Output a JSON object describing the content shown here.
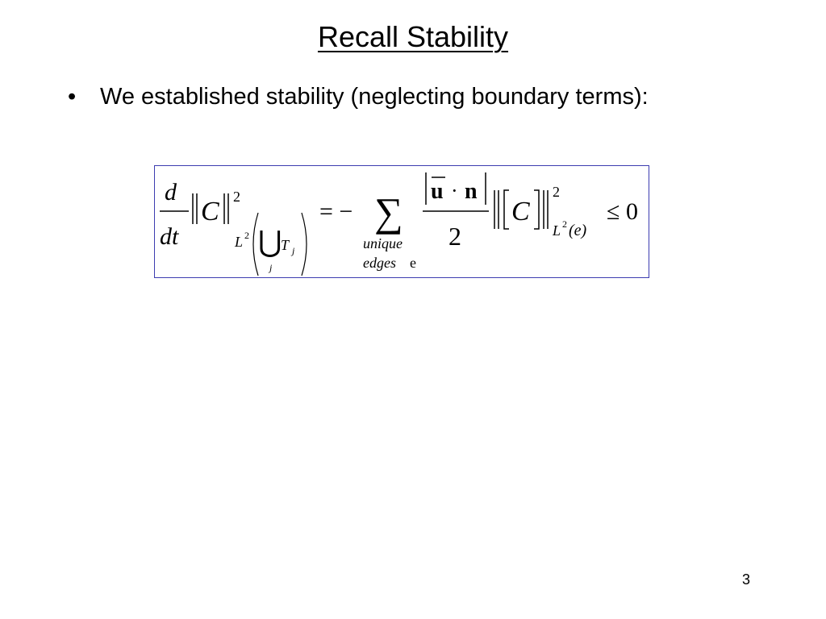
{
  "slide": {
    "title": "Recall Stability",
    "bullet_symbol": "•",
    "bullet_text": "We established stability (neglecting boundary terms):",
    "page_number": "3"
  },
  "equation": {
    "d": "d",
    "dt": "dt",
    "C": "C",
    "sq": "2",
    "L": "L",
    "union": "⋃",
    "T": "T",
    "j": "j",
    "equals_minus": "= −",
    "sum": "∑",
    "unique": "unique",
    "edges": "edges",
    "e_sub": "e",
    "u": "u",
    "dot": "·",
    "n": "n",
    "two": "2",
    "e_paren": "(e)",
    "le_zero": "≤ 0",
    "box_color": "#3c3cb0"
  }
}
